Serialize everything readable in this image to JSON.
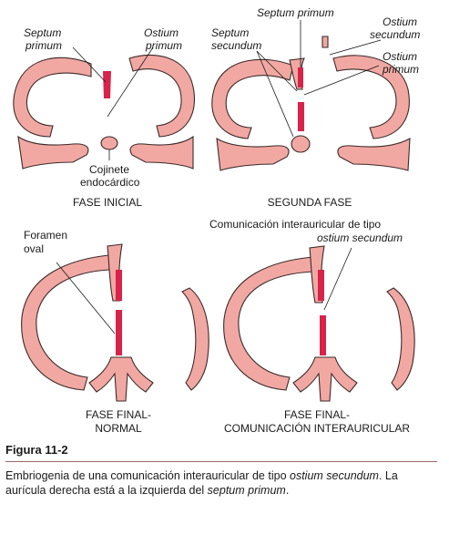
{
  "colors": {
    "tissue": "#f2a8a2",
    "outline": "#3a2a2a",
    "septum": "#d8234a"
  },
  "panels": {
    "p1": {
      "label_septum_primum_1": "Septum",
      "label_septum_primum_2": "primum",
      "label_ostium_primum_1": "Ostium",
      "label_ostium_primum_2": "primum",
      "label_cojinete_1": "Cojinete",
      "label_cojinete_2": "endocárdico",
      "caption": "FASE INICIAL"
    },
    "p2": {
      "label_septum_primum": "Septum primum",
      "label_septum_secundum_1": "Septum",
      "label_septum_secundum_2": "secundum",
      "label_ostium_secundum_1": "Ostium",
      "label_ostium_secundum_2": "secundum",
      "label_ostium_primum_1": "Ostium",
      "label_ostium_primum_2": "primum",
      "caption": "SEGUNDA FASE"
    },
    "p3": {
      "label_foramen_1": "Foramen",
      "label_foramen_2": "oval",
      "caption_1": "FASE FINAL-",
      "caption_2": "NORMAL"
    },
    "p4": {
      "label_comunicacion_1": "Comunicación interauricular de tipo",
      "label_comunicacion_2": "ostium secundum",
      "caption_1": "FASE FINAL-",
      "caption_2": "COMUNICACIÓN INTERAURICULAR"
    }
  },
  "figure": {
    "title": "Figura 11-2",
    "caption_a": "Embriogenia de una comunicación interauricular de tipo ",
    "caption_b": "ostium secundum",
    "caption_c": ". La aurícula derecha está a la izquierda del ",
    "caption_d": "septum primum",
    "caption_e": "."
  }
}
